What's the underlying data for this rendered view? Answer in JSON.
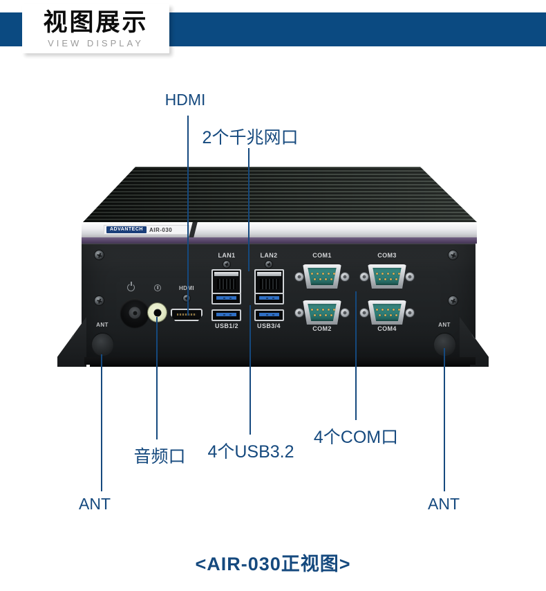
{
  "header": {
    "title": "视图展示",
    "subtitle": "VIEW DISPLAY"
  },
  "callouts": {
    "hdmi": "HDMI",
    "lan": "2个千兆网口",
    "audio": "音频口",
    "usb": "4个USB3.2",
    "com": "4个COM口",
    "ant_left": "ANT",
    "ant_right": "ANT"
  },
  "panel": {
    "hdmi": "HDMI",
    "lan1": "LAN1",
    "lan2": "LAN2",
    "usb12": "USB1/2",
    "usb34": "USB3/4",
    "com1": "COM1",
    "com2": "COM2",
    "com3": "COM3",
    "com4": "COM4",
    "ant_left": "ANT",
    "ant_right": "ANT"
  },
  "sticker": {
    "brand": "ADVANTECH",
    "model": "AIR-030"
  },
  "caption": "<AIR-030正视图>",
  "colors": {
    "accent": "#15497E",
    "header_bar": "#0B4A81",
    "purple_stripe": "#5C4A6E",
    "usb_blue": "#2F6FC4",
    "serial_teal": "#2E7B74"
  }
}
